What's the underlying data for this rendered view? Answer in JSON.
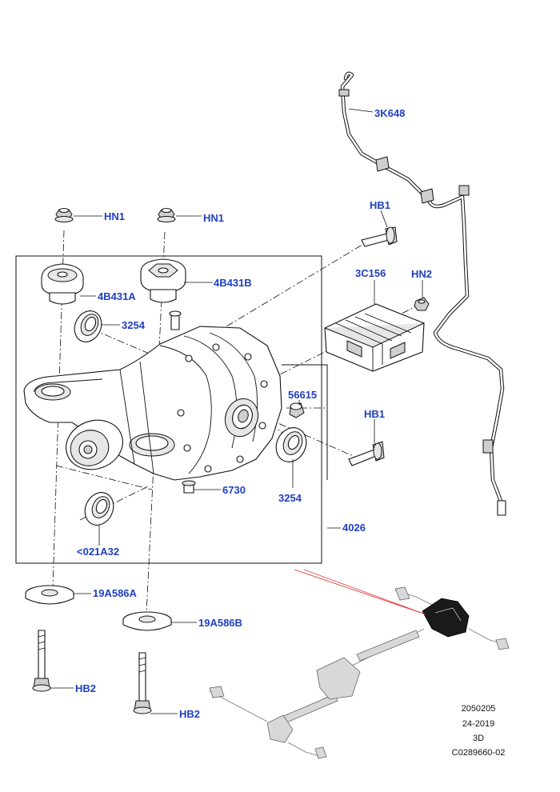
{
  "callouts": {
    "hn1_left": "HN1",
    "hn1_right": "HN1",
    "b4b431a": "4B431A",
    "b4b431b": "4B431B",
    "n3254_top": "3254",
    "n3254_right": "3254",
    "n3k648": "3K648",
    "hb1_top": "HB1",
    "hb1_right": "HB1",
    "c3c156": "3C156",
    "hn2": "HN2",
    "n56615": "56615",
    "n6730": "6730",
    "n4026": "4026",
    "n021a32": "<021A32",
    "a19a586a": "19A586A",
    "a19a586b": "19A586B",
    "hb2_left": "HB2",
    "hb2_right": "HB2"
  },
  "drawing_info": {
    "line1": "2050205",
    "line2": "24-2019",
    "line3": "3D",
    "line4": "C0289660-02"
  },
  "colors": {
    "callout": "#1f3fbf",
    "highlight_leader": "#e03030",
    "line_art": "#111111"
  }
}
